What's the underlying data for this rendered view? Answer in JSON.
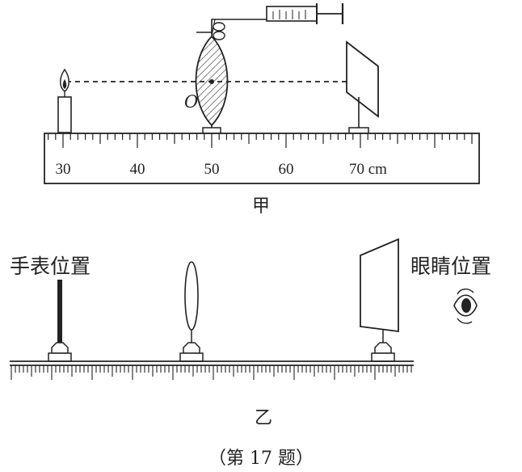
{
  "figure_jia": {
    "scale_numbers": [
      "30",
      "40",
      "50",
      "60"
    ],
    "scale_last": "70 cm",
    "lens_label": "O",
    "caption": "甲"
  },
  "figure_yi": {
    "watch_label": "手表位置",
    "eye_label": "眼睛位置",
    "caption": "乙"
  },
  "problem_caption": "（第 17 题）"
}
